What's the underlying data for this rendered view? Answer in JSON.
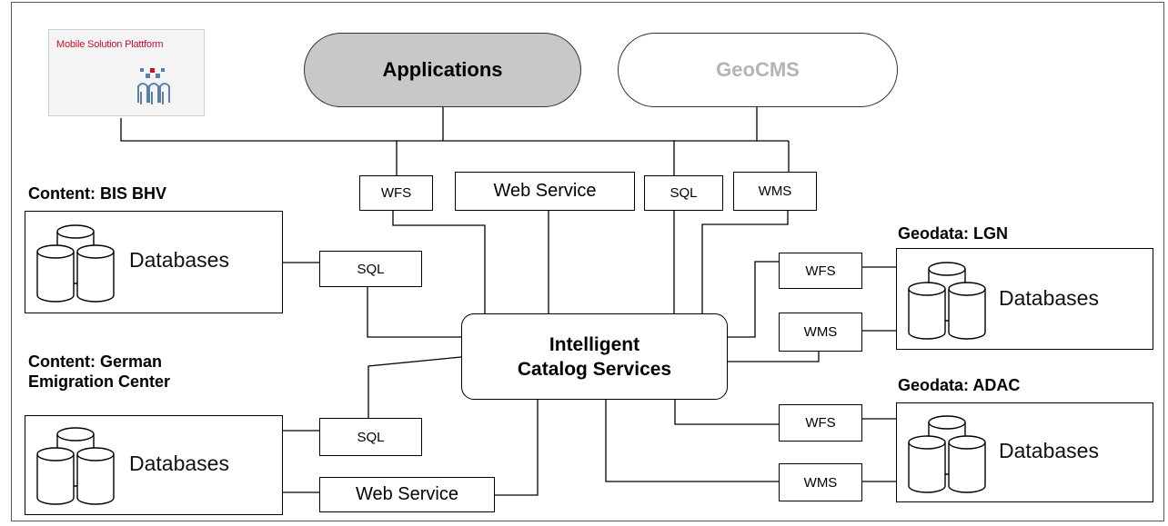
{
  "top": {
    "applications": "Applications",
    "geocms": "GeoCMS",
    "logo_text": "Mobile Solution Plattform"
  },
  "center": {
    "line1": "Intelligent",
    "line2": "Catalog Services"
  },
  "protocols": {
    "wfs_top": "WFS",
    "web_service_top": "Web Service",
    "sql_top": "SQL",
    "wms_top": "WMS",
    "sql_left1": "SQL",
    "sql_left2": "SQL",
    "web_service_bottom": "Web Service",
    "wfs_lgn": "WFS",
    "wms_lgn": "WMS",
    "wfs_adac": "WFS",
    "wms_adac": "WMS"
  },
  "sources": {
    "bis_title": "Content: BIS BHV",
    "bis_db": "Databases",
    "dec_title_1": "Content: German",
    "dec_title_2": "Emigration Center",
    "dec_db": "Databases",
    "lgn_title": "Geodata: LGN",
    "lgn_db": "Databases",
    "adac_title": "Geodata: ADAC",
    "adac_db": "Databases"
  },
  "colors": {
    "applications_fill": "#c8c8c8",
    "geocms_text": "#b4b4b4",
    "logo_accent": "#c8102e",
    "logo_people": "#5a7fa8"
  }
}
